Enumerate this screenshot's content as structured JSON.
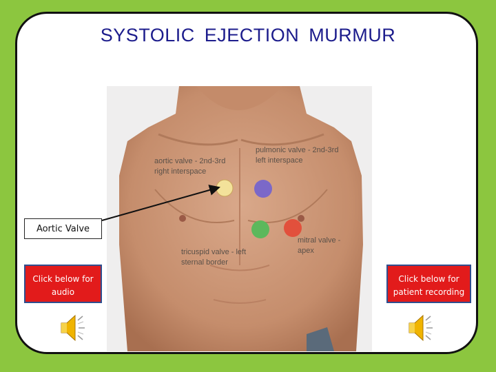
{
  "slide": {
    "title": "SYSTOLIC  EJECTION  MURMUR",
    "colors": {
      "background": "#8cc63f",
      "title": "#1c1c8c",
      "button": "#e21b1b",
      "button_border": "#2f4f8f"
    }
  },
  "diagram": {
    "annotations": {
      "aortic": [
        "aortic valve - 2nd-3rd",
        "right interspace"
      ],
      "pulmonic": [
        "pulmonic valve - 2nd-3rd",
        "left interspace"
      ],
      "tricuspid": [
        "tricuspid valve - left",
        "sternal border"
      ],
      "mitral": [
        "mitral valve -",
        "apex"
      ]
    },
    "markers": [
      {
        "name": "aortic",
        "color": "#f3e29a"
      },
      {
        "name": "pulmonic",
        "color": "#7b68c8"
      },
      {
        "name": "tricuspid",
        "color": "#5cb85c"
      },
      {
        "name": "mitral",
        "color": "#e2503c"
      }
    ]
  },
  "callout": {
    "label": "Aortic Valve"
  },
  "buttons": {
    "audio": "Click below for audio",
    "patient": "Click below for patient recording"
  },
  "icons": {
    "left": "speaker-icon",
    "right": "speaker-icon"
  }
}
